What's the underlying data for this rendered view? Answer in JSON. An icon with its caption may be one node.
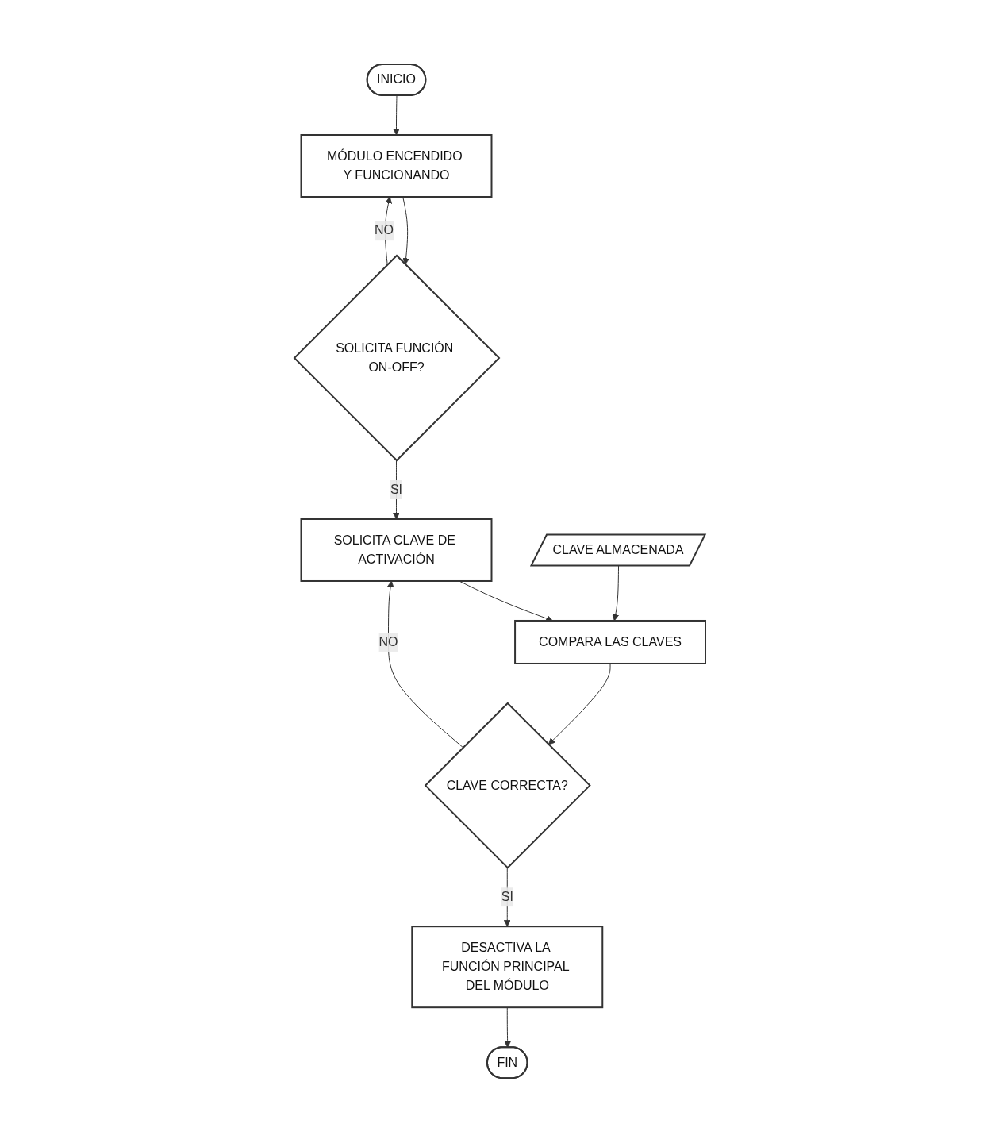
{
  "diagram": {
    "nodes": [
      {
        "text": [
          "INICIO"
        ]
      },
      {
        "text": [
          "MÓDULO ENCENDIDO Y FUNCIONANDO"
        ]
      },
      {
        "text": [
          "SOLICITA FUNCIÓN ON-OFF?"
        ]
      },
      {
        "text": [
          "SOLICITA CLAVE DE ACTIVACIÓN"
        ]
      },
      {
        "text": [
          "CLAVE ALMACENADA"
        ]
      },
      {
        "text": [
          "COMPARA LAS CLAVES"
        ]
      },
      {
        "text": [
          "CLAVE CORRECTA?"
        ]
      },
      {
        "text": [
          "DESACTIVA LA FUNCIÓN PRINCIPAL DEL MÓDULO"
        ]
      },
      {
        "text": [
          "FIN"
        ]
      }
    ],
    "edges": [
      {
        "from": 0,
        "to": 1,
        "arrow": "to"
      },
      {
        "from": 1,
        "to": 2,
        "arrow": "to"
      },
      {
        "from": 2,
        "to": 1,
        "label": "NO",
        "arrow": "to"
      },
      {
        "from": 2,
        "to": 3,
        "label": "SI",
        "arrow": "to"
      },
      {
        "from": 3,
        "to": 5,
        "arrow": "to"
      },
      {
        "from": 4,
        "to": 5,
        "arrow": "to"
      },
      {
        "from": 5,
        "to": 6,
        "arrow": "to"
      },
      {
        "from": 6,
        "to": 3,
        "label": "NO",
        "arrow": "to"
      },
      {
        "from": 6,
        "to": 7,
        "label": "SI",
        "arrow": "to"
      },
      {
        "from": 7,
        "to": 8,
        "arrow": "to"
      }
    ]
  }
}
